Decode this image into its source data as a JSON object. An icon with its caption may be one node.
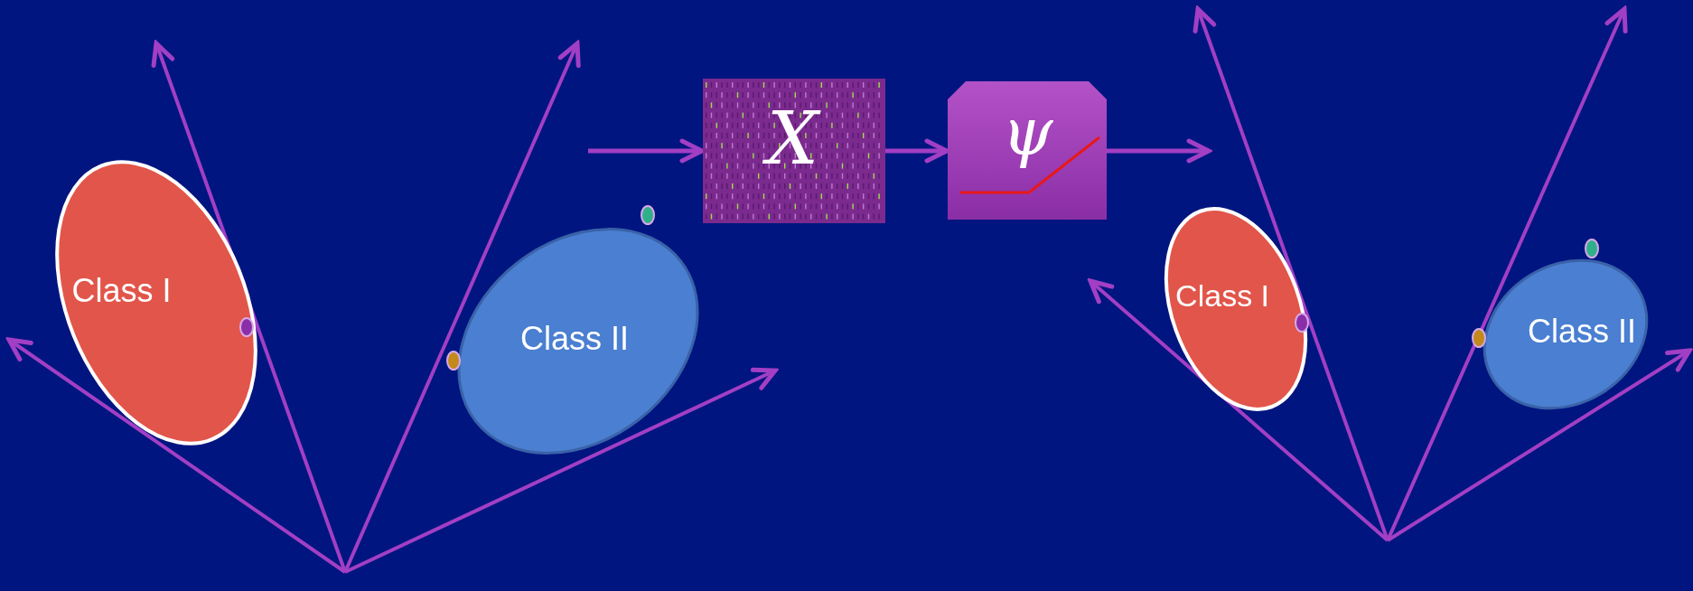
{
  "diagram": {
    "nodes": [
      {
        "text": [
          "Class I"
        ]
      },
      {
        "text": [
          "Class II"
        ]
      },
      {
        "text": [
          "X"
        ]
      },
      {
        "text": [
          "ψ"
        ]
      },
      {
        "text": [
          "Class I"
        ]
      },
      {
        "text": [
          "Class II"
        ]
      }
    ],
    "edges": [
      {
        "from": null,
        "to": 2,
        "arrow": "to"
      },
      {
        "from": 2,
        "to": 3,
        "arrow": "to"
      },
      {
        "from": 3,
        "to": null,
        "arrow": "to"
      }
    ]
  }
}
